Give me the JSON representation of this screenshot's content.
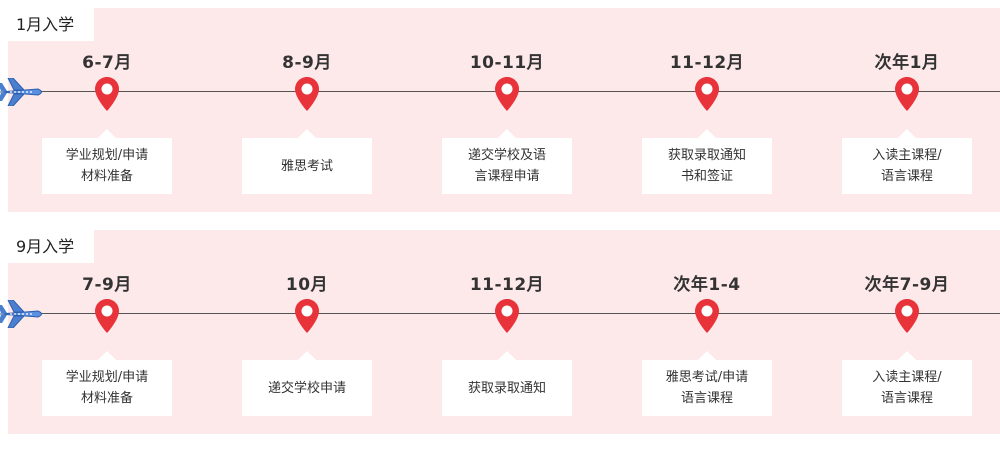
{
  "colors": {
    "panel_bg": "#fde9ea",
    "pin": "#e8333a",
    "line": "#555555",
    "plane": "#4a7fd0"
  },
  "icons": {
    "plane": "airplane-icon",
    "marker": "map-pin-icon"
  },
  "timelines": [
    {
      "tag": "1月入学",
      "stages": [
        {
          "label": "6-7月",
          "text": "学业规划/申请\n材料准备"
        },
        {
          "label": "8-9月",
          "text": "雅思考试"
        },
        {
          "label": "10-11月",
          "text": "递交学校及语\n言课程申请"
        },
        {
          "label": "11-12月",
          "text": "获取录取通知\n书和签证"
        },
        {
          "label": "次年1月",
          "text": "入读主课程/\n语言课程"
        }
      ]
    },
    {
      "tag": "9月入学",
      "stages": [
        {
          "label": "7-9月",
          "text": "学业规划/申请\n材料准备"
        },
        {
          "label": "10月",
          "text": "递交学校申请"
        },
        {
          "label": "11-12月",
          "text": "获取录取通知"
        },
        {
          "label": "次年1-4",
          "text": "雅思考试/申请\n语言课程"
        },
        {
          "label": "次年7-9月",
          "text": "入读主课程/\n语言课程"
        }
      ]
    }
  ]
}
